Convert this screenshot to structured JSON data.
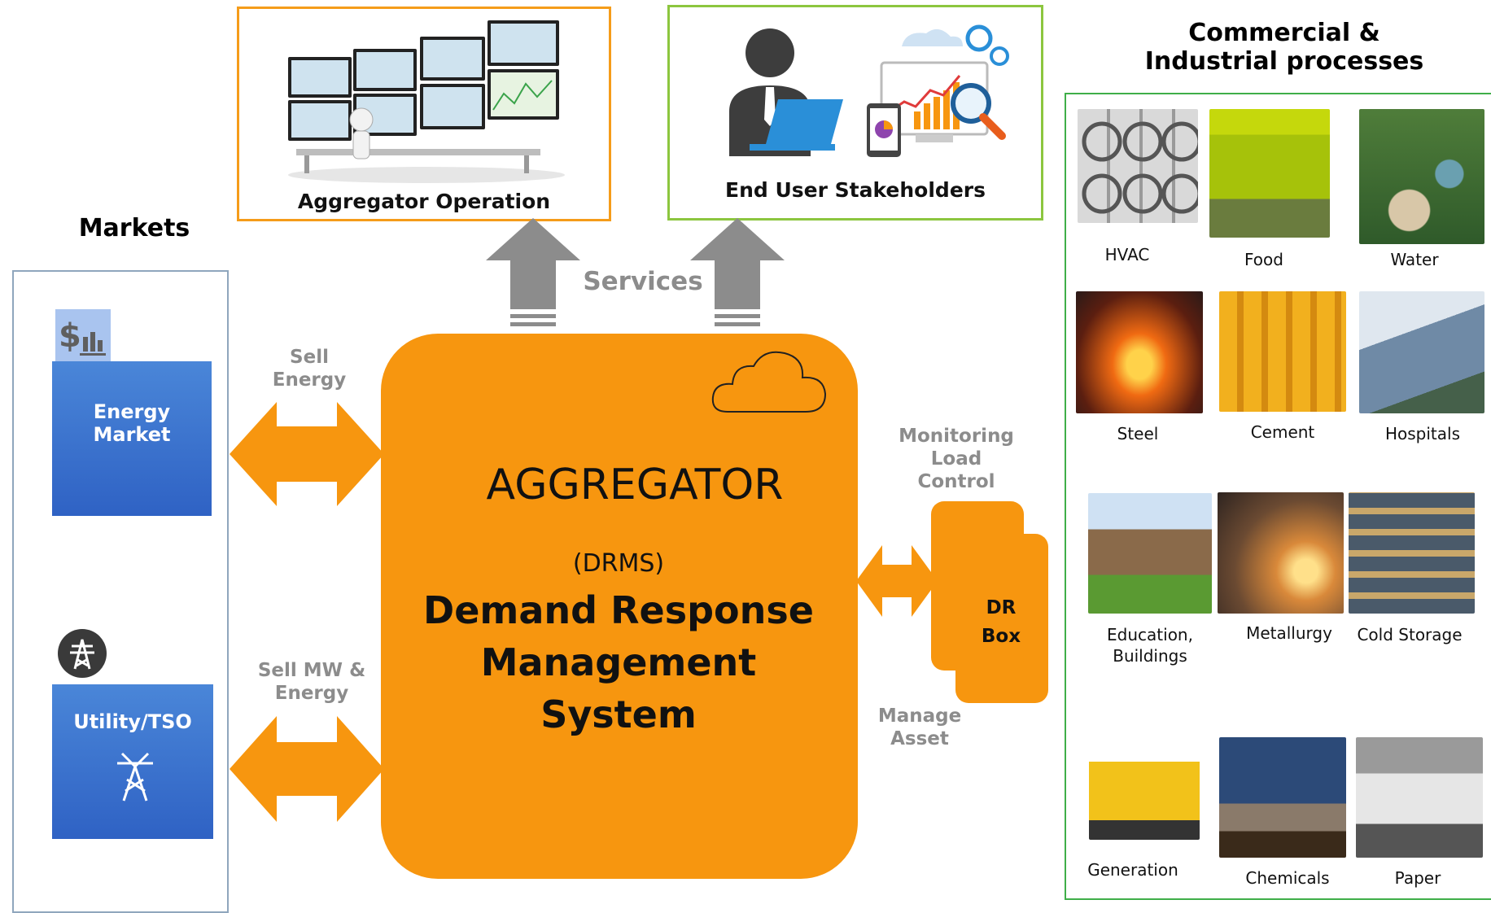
{
  "top": {
    "aggregator_operation": "Aggregator Operation",
    "end_user_stakeholders": "End User Stakeholders",
    "services": "Services"
  },
  "markets": {
    "heading": "Markets",
    "energy_market": "Energy Market",
    "utility_tso": "Utility/TSO"
  },
  "flows": {
    "sell_energy": [
      "Sell",
      "Energy"
    ],
    "sell_mw_energy": [
      "Sell MW &",
      "Energy"
    ],
    "monitoring": [
      "Monitoring",
      "Load",
      "Control"
    ],
    "manage_asset": [
      "Manage",
      "Asset"
    ]
  },
  "aggregator": {
    "title": "AGGREGATOR",
    "subtitle": "(DRMS)",
    "name_lines": [
      "Demand Response",
      "Management",
      "System"
    ]
  },
  "dr_box": [
    "DR",
    "Box"
  ],
  "processes": {
    "heading_lines": [
      "Commercial &",
      "Industrial processes"
    ],
    "items": [
      {
        "label": "HVAC"
      },
      {
        "label": "Food"
      },
      {
        "label": "Water"
      },
      {
        "label": "Steel"
      },
      {
        "label": "Cement"
      },
      {
        "label": "Hospitals"
      },
      {
        "label": "Education,\nBuildings"
      },
      {
        "label": "Metallurgy"
      },
      {
        "label": "Cold Storage"
      },
      {
        "label": "Generation"
      },
      {
        "label": "Chemicals"
      },
      {
        "label": "Paper"
      }
    ]
  },
  "colors": {
    "orange": "#f7960f",
    "orange_border": "#f59c1a",
    "green_border": "#8cc63f",
    "process_border": "#3fae49",
    "market_blue": "#3a72cf",
    "arrow_gray": "#8c8c8c"
  }
}
